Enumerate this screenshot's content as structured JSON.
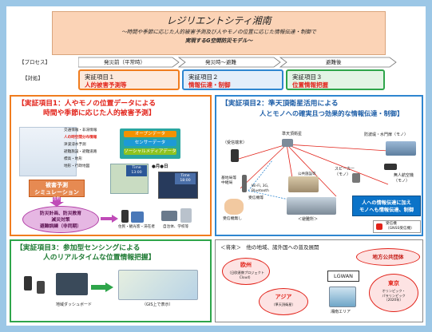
{
  "header": {
    "title": "レジリエントシティ湘南",
    "subtitle_line1": "～時間や季節に応じた人的被害予測及び人やモノの位置に応じた情報伝達・制御で",
    "subtitle_line2": "実現するG空間防災モデル～"
  },
  "process": {
    "row_label_process": "【プロセス】",
    "row_label_target": "【対処】",
    "phases": [
      "発災前（平常時）",
      "発災時～避難",
      "避難後"
    ],
    "items": [
      {
        "title": "実証項目１",
        "subtitle": "人的被害予測等"
      },
      {
        "title": "実証項目２",
        "subtitle": "情報伝達・制御"
      },
      {
        "title": "実証項目３",
        "subtitle": "位置情報把握"
      }
    ]
  },
  "section1": {
    "title_line1": "【実証項目1：人やモノの位置データによる",
    "title_line2": "時間や季節に応じた人的被害予測】",
    "layers": [
      "交通情報・非滞情報",
      "人の時空間分布情報",
      "津波浸水予測",
      "避難施設・避難道路",
      "標高・地形",
      "地形・行政地図"
    ],
    "data_tags": [
      "オープンデータ",
      "センサーデータ",
      "ソーシャルメディアデータ"
    ],
    "sim_label": "被害予測\nシミュレーション",
    "time_labels": [
      "Time\n13:00",
      "Time\n18:00"
    ],
    "day_night_label": "●月●日",
    "arrow_label": "活用",
    "ellipse_text": "防災計画、防災教育\n減災対策\n避難訓練（非同期）",
    "device_labels": [
      "住民・観光客・滞在者",
      "自治体、学校等"
    ]
  },
  "section2": {
    "title_line1": "【実証項目2：準天頂衛星活用による",
    "title_line2": "人とモノへの確実且つ効果的な情報伝達・制御】",
    "labels": {
      "satellite": "準天頂衛星",
      "receiver": "（受信端末）",
      "gates": "防波堤・水門扉（モノ）",
      "station": "基地局等\n中継局",
      "wifi": "Wi-Fi, 3G,\nBluetooth",
      "speaker": "スピーカー\n（モノ）",
      "drone": "無人航空機\n（モノ）",
      "receiver2": "受信機等",
      "public_facility": "公共施設等",
      "receiver3": "受信機無し",
      "evac_site": "＜避難所＞",
      "legend": "受信機\n（GNSS受信機）"
    },
    "callout": "人への情報伝達に加え\nモノへも情報伝達、制御"
  },
  "section3": {
    "title_line1": "【実証項目3：参加型センシングによる",
    "title_line2": "人のリアルタイムな位置情報把握】",
    "caption_dashboard": "地域ダッシュボード",
    "caption_gis": "（GIS上で表示）"
  },
  "future": {
    "title": "＜将来＞　他の地域、諸外国への普及展開",
    "nodes": [
      {
        "name": "欧州",
        "detail": "（日欧連携プロジェクト\nCloud）"
      },
      {
        "name": "地方公共団体",
        "detail": ""
      },
      {
        "name": "LGWAN",
        "detail": ""
      },
      {
        "name": "アジア",
        "detail": "（準天頂衛星）"
      },
      {
        "name": "東京",
        "detail": "オリンピック・\nパラリンピック\n（2020年）"
      }
    ],
    "center_label": "湘南エリア"
  },
  "colors": {
    "orange": "#f07c1e",
    "blue": "#2e86d0",
    "green": "#2ea54a",
    "red_text": "#e2231a",
    "banner": "#fbd3b6",
    "page_bg": "#9cc7e6"
  }
}
